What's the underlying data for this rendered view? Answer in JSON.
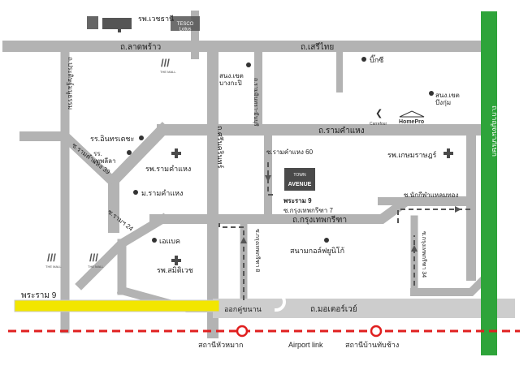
{
  "roads": {
    "lat_phrao": "ถ.ลาดพร้าว",
    "seri_thai": "ถ.เสรีไทย",
    "ram_khamhaeng": "ถ.รามคำแหง",
    "krungthep_kritha": "ถ.กรุงเทพกรีฑา",
    "srinakarin": "ถ.ศรีนครินทร์",
    "motorway": "ถ.มอเตอร์เวย์",
    "pradit_manutham": "ถ.ประดิษฐ์มนูธรรม",
    "ramintra_kaset": "ถ.รามอินทรา-มีนบุรี",
    "kanchanaphisek": "ถ.กาญจนาภิเษก",
    "rama9_left": "พระราม 9",
    "ram_39": "ซ.รามคำแหง 39",
    "ram_24": "ซ.รามฯ 24",
    "ram_60": "ซ.รามคำแหง 60",
    "krungthep_kritha_7": "ซ.กรุงเทพกรีฑา 7",
    "krungthep_kritha_8": "ซ.กรุงเทพกรีฑา 8",
    "krungthep_kritha_34": "ซ.กรุงเทพกรีฑา 34",
    "nak_kila": "ซ.นักกีฬาแหลมทอง",
    "rama9_7": "พระราม 9"
  },
  "places": {
    "wetchathani": "รพ.เวชธานี",
    "district_bangkapi": "สนง.เขต\nบางกะปิ",
    "bigc": "บิ๊กซี",
    "district_bueng_kum": "สนง.เขต\nบึงกุ่ม",
    "intarachai": "รร.อินทรเตชะ",
    "thepleela_school": "รร.\nเทพลีลา",
    "hosp_ramkhamhaeng": "รพ.รามคำแหง",
    "ram_university": "ม.รามคำแหง",
    "abac": "เอแบค",
    "samitivej": "รพ.สมิติเวช",
    "kasemrad": "รพ.เกษมราษฎร์",
    "golf": "สนามกอล์ฟยูนิโก้",
    "exit": "ออกคู่ขนาน",
    "hua_mak": "สถานีหัวหมาก",
    "airport_link": "Airport link",
    "ban_thap_chang": "สถานีบ้านทับช้าง"
  },
  "logos": {
    "tesco": "TESCO\nLotus",
    "carrefour": "Carrefour",
    "homepro": "HomePro",
    "mall": "THE MALL",
    "town": "TOWN",
    "avenue": "AVENUE"
  },
  "colors": {
    "road": "#b3b3b3",
    "road_light": "#cdcdcd",
    "rama9": "#f2e600",
    "highway": "#2ea43a",
    "rail": "#e02020",
    "route": "#555555",
    "text": "#222222"
  }
}
